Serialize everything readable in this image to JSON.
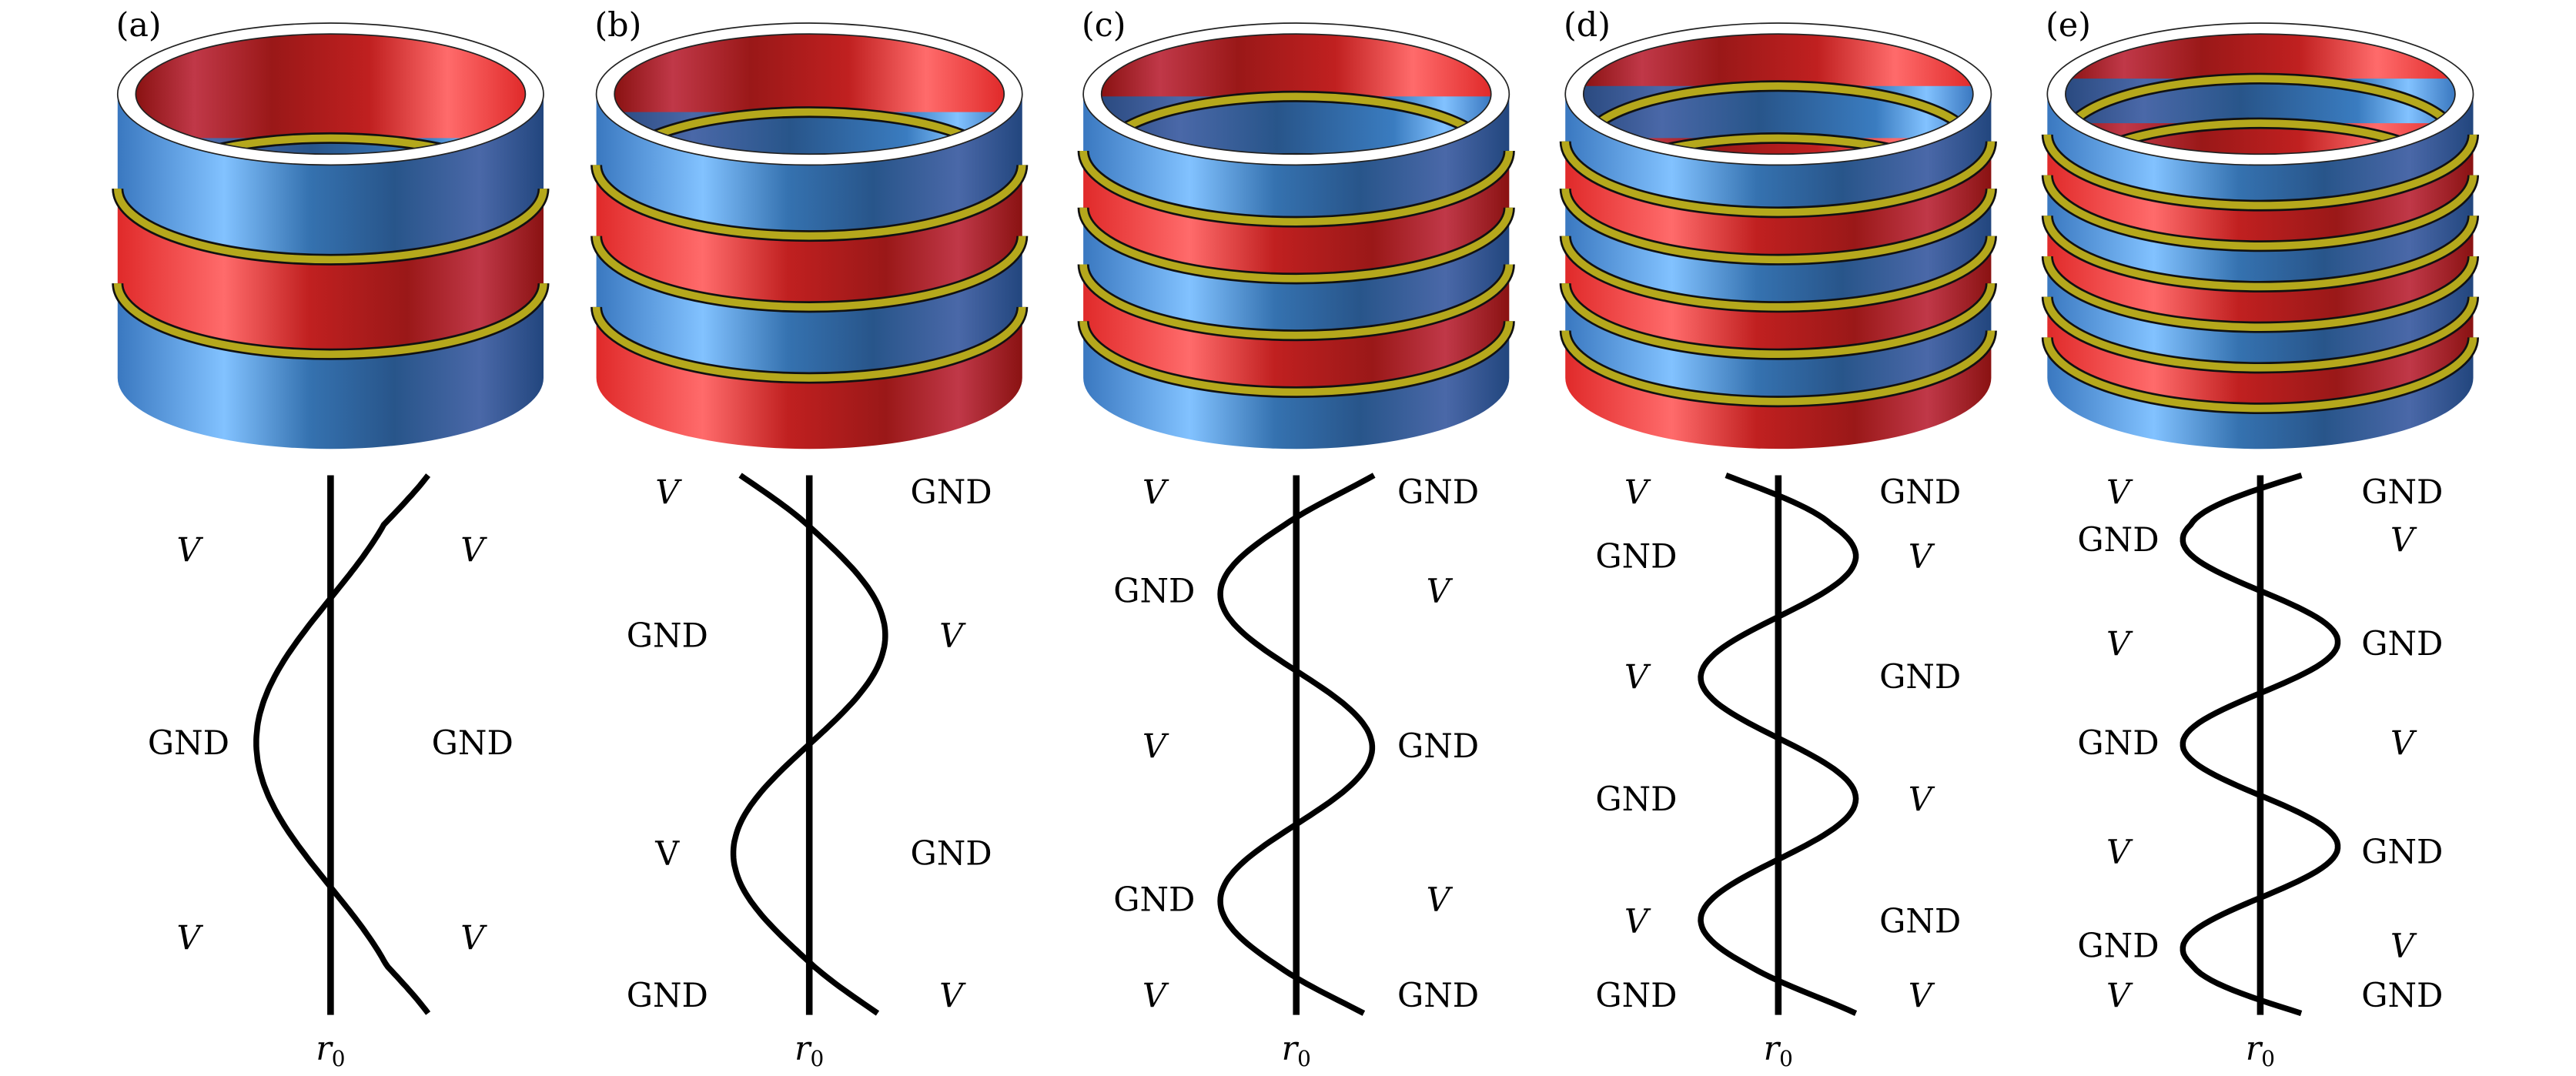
{
  "colors": {
    "blue": "#3b7cc2",
    "red": "#d42a2a",
    "yellow": "#b5a81c",
    "rim": "#ffffff",
    "line": "#000000"
  },
  "panels": [
    {
      "id": "(a)",
      "bands": [
        "blue",
        "red",
        "blue"
      ],
      "axis_label": "r0",
      "rows": [
        {
          "left": "V",
          "right": "V"
        },
        {
          "left": "GND",
          "right": "GND"
        },
        {
          "left": "V",
          "right": "V"
        }
      ]
    },
    {
      "id": "(b)",
      "bands": [
        "blue",
        "red",
        "blue",
        "red"
      ],
      "axis_label": "r0",
      "rows": [
        {
          "left": "V",
          "right": "GND"
        },
        {
          "left": "GND",
          "right": "V"
        },
        {
          "left": "V",
          "right": "GND",
          "left_upright": true
        },
        {
          "left": "GND",
          "right": "V"
        }
      ]
    },
    {
      "id": "(c)",
      "bands": [
        "blue",
        "red",
        "blue",
        "red",
        "blue"
      ],
      "axis_label": "r0",
      "rows": [
        {
          "left": "V",
          "right": "GND"
        },
        {
          "left": "GND",
          "right": "V"
        },
        {
          "left": "V",
          "right": "GND"
        },
        {
          "left": "GND",
          "right": "V"
        },
        {
          "left": "V",
          "right": "GND"
        }
      ]
    },
    {
      "id": "(d)",
      "bands": [
        "blue",
        "red",
        "blue",
        "red",
        "blue",
        "red"
      ],
      "axis_label": "r0",
      "rows": [
        {
          "left": "V",
          "right": "GND"
        },
        {
          "left": "GND",
          "right": "V"
        },
        {
          "left": "V",
          "right": "GND"
        },
        {
          "left": "GND",
          "right": "V"
        },
        {
          "left": "V",
          "right": "GND"
        },
        {
          "left": "GND",
          "right": "V"
        }
      ]
    },
    {
      "id": "(e)",
      "bands": [
        "blue",
        "red",
        "blue",
        "red",
        "blue",
        "red",
        "blue"
      ],
      "axis_label": "r0",
      "rows": [
        {
          "left": "V",
          "right": "GND"
        },
        {
          "left": "GND",
          "right": "V"
        },
        {
          "left": "V",
          "right": "GND"
        },
        {
          "left": "GND",
          "right": "V"
        },
        {
          "left": "V",
          "right": "GND"
        },
        {
          "left": "GND",
          "right": "V"
        },
        {
          "left": "V",
          "right": "GND"
        }
      ]
    }
  ]
}
